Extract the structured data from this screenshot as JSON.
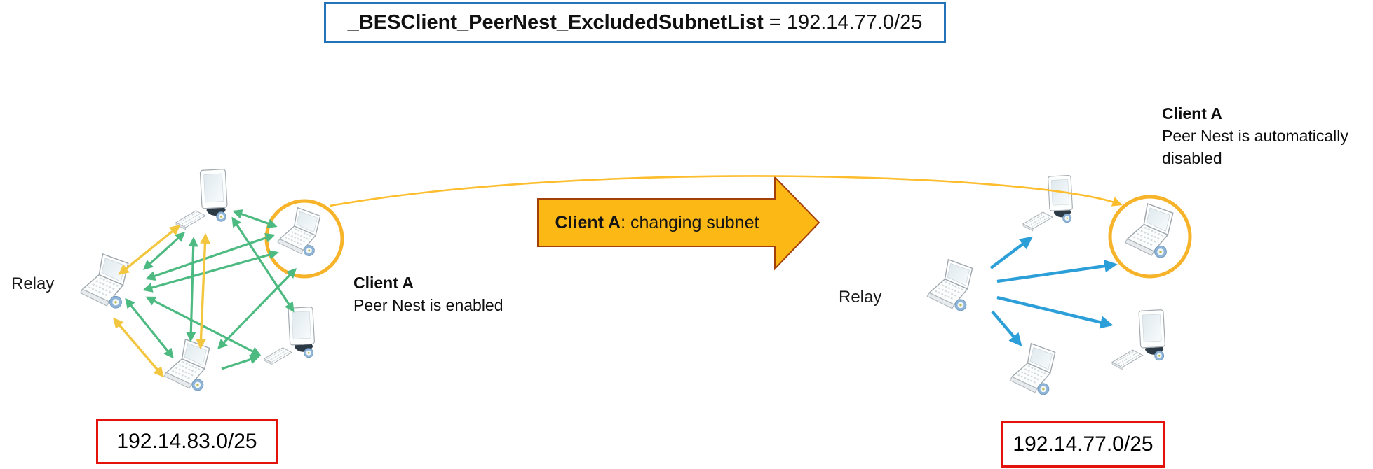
{
  "banner": {
    "setting_name": "_BESClient_PeerNest_ExcludedSubnetList",
    "separator": " = ",
    "value": "192.14.77.0/25"
  },
  "left_cluster": {
    "relay_label": "Relay",
    "client_name": "Client A",
    "client_status": "Peer Nest is enabled",
    "subnet": "192.14.83.0/25"
  },
  "transition_arrow": {
    "client_name": "Client A",
    "action": ": changing subnet"
  },
  "right_cluster": {
    "relay_label": "Relay",
    "client_name": "Client A",
    "client_status": "Peer Nest is automatically disabled",
    "subnet": "192.14.77.0/25"
  },
  "colors": {
    "banner_border": "#2472b8",
    "subnet_border": "#e3120b",
    "mesh_green": "#4dba81",
    "mesh_yellow": "#f3c63f",
    "relay_blue": "#2d9fd8",
    "highlight_orange": "#f7b32a",
    "transition_fill": "#fcb815",
    "transition_border": "#a33f08"
  }
}
